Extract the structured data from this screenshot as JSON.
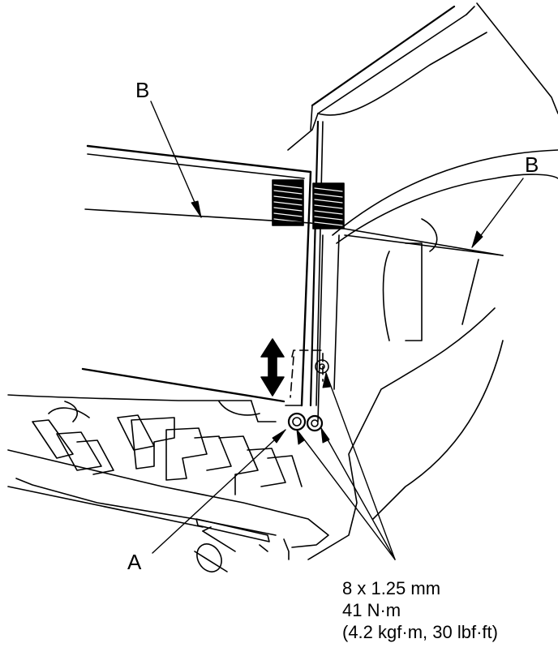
{
  "labels": {
    "part_a": "A",
    "part_b_left": "B",
    "part_b_right": "B"
  },
  "spec": {
    "bolt_size": "8 x 1.25 mm",
    "torque_nm": "41 N·m",
    "torque_alt": "(4.2 kgf·m, 30 lbf·ft)"
  },
  "colors": {
    "line": "#000000",
    "fill": "#ffffff"
  },
  "icons": [
    "double-arrow-icon",
    "bolt-icon",
    "pointer-arrow-icon"
  ]
}
